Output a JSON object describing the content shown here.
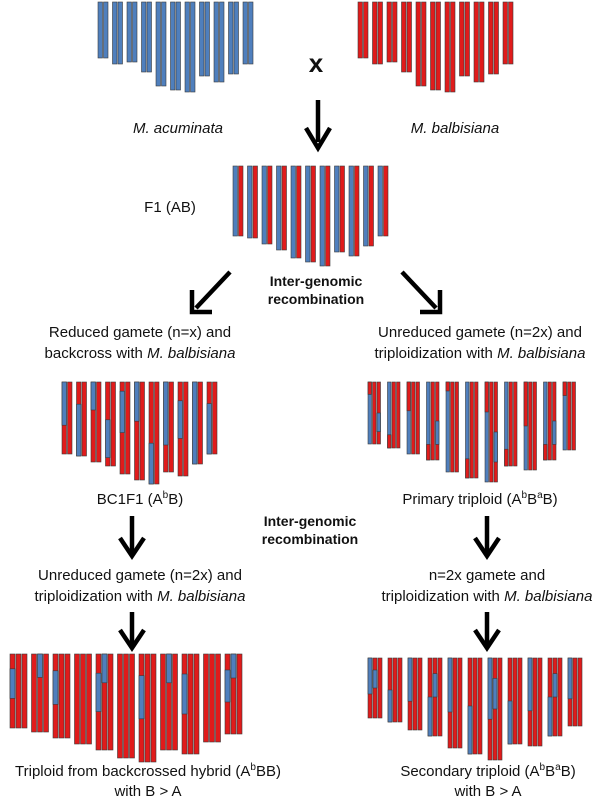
{
  "colors": {
    "a_genome": "#4f7fbd",
    "b_genome": "#e01b1b",
    "outline": "#2f4f7a",
    "arrow": "#000000"
  },
  "labels": {
    "parent_a": "M. acuminata",
    "cross_symbol": "x",
    "parent_b": "M. balbisiana",
    "f1": "F1 (AB)",
    "recomb_1_line1": "Inter-genomic",
    "recomb_1_line2": "recombination",
    "left_gamete_1_pre": "Reduced gamete (n=x) and",
    "left_gamete_1_line2_pre": "backcross with ",
    "left_gamete_1_line2_it": "M. balbisiana",
    "right_gamete_1_line1": "Unreduced gamete (n=2x) and",
    "right_gamete_1_line2_pre": "triploidization with ",
    "right_gamete_1_line2_it": "M. balbisiana",
    "bc1f1_pre": "BC1F1 (A",
    "bc1f1_sup": "b",
    "bc1f1_post": "B)",
    "primary_pre": "Primary triploid (A",
    "primary_sup1": "b",
    "primary_mid": "B",
    "primary_sup2": "a",
    "primary_post": "B)",
    "recomb_2_line1": "Inter-genomic",
    "recomb_2_line2": "recombination",
    "left_gamete_2_line1": "Unreduced gamete (n=2x) and",
    "left_gamete_2_line2_pre": "triploidization with ",
    "left_gamete_2_line2_it": "M. balbisiana",
    "right_gamete_2_line1": "n=2x gamete and",
    "right_gamete_2_line2_pre": "triploidization with ",
    "right_gamete_2_line2_it": "M. balbisiana",
    "left_final_pre": "Triploid from backcrossed hybrid (A",
    "left_final_sup": "b",
    "left_final_post": "BB)",
    "left_final_line2": "with B > A",
    "right_final_pre": "Secondary triploid (A",
    "right_final_sup1": "b",
    "right_final_mid": "B",
    "right_final_sup2": "a",
    "right_final_post": "B)",
    "right_final_line2": "with B > A"
  }
}
